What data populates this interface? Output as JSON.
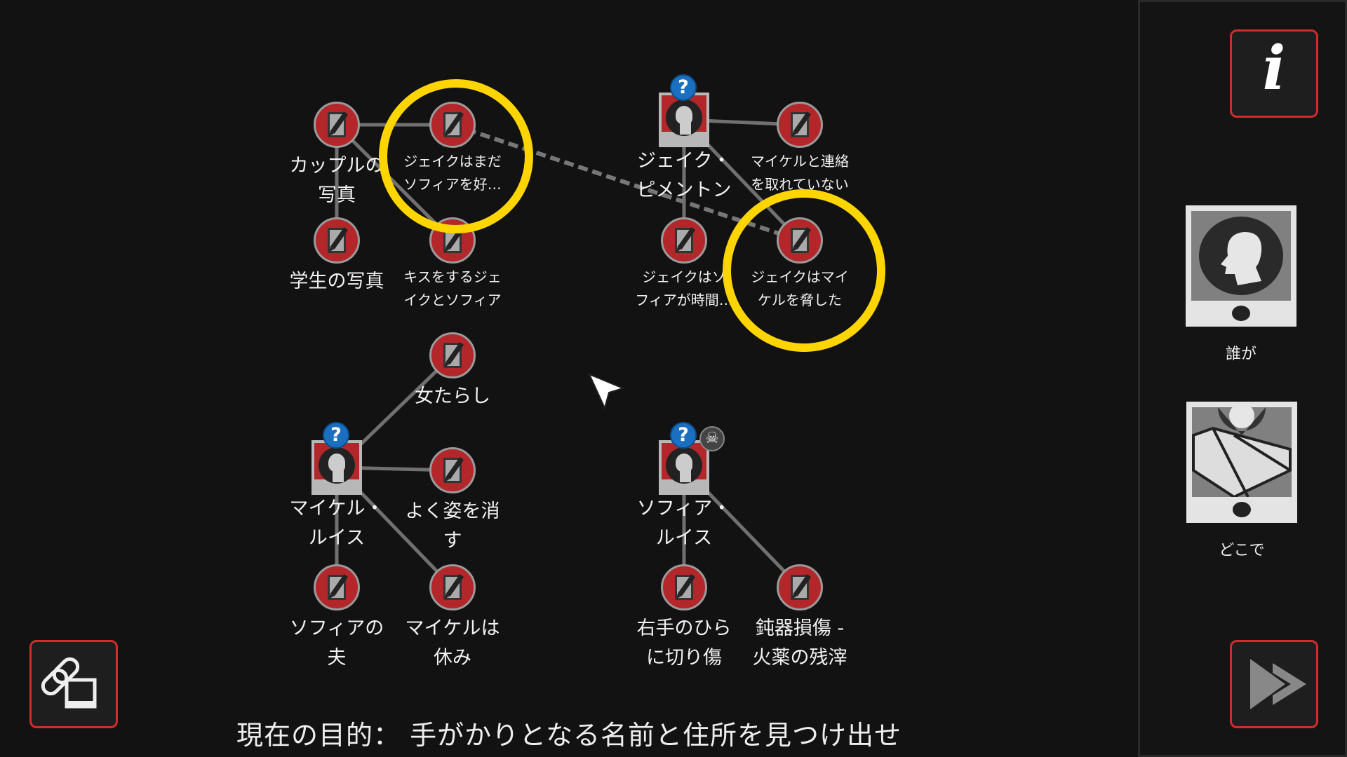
{
  "board": {
    "notes": [
      {
        "id": "couple",
        "label": "カップルの\n写真",
        "size": "big"
      },
      {
        "id": "still_likes",
        "label": "ジェイクはまだ\nソフィアを好…",
        "size": "small"
      },
      {
        "id": "student",
        "label": "学生の写真",
        "size": "big"
      },
      {
        "id": "kiss",
        "label": "キスをするジェ\nイクとソフィア",
        "size": "small"
      },
      {
        "id": "no_contact",
        "label": "マイケルと連絡\nを取れていない",
        "size": "small"
      },
      {
        "id": "time",
        "label": "ジェイクはソ\nフィアが時間…",
        "size": "small"
      },
      {
        "id": "threat",
        "label": "ジェイクはマイ\nケルを脅した",
        "size": "small"
      },
      {
        "id": "womanizer",
        "label": "女たらし",
        "size": "big"
      },
      {
        "id": "disappears",
        "label": "よく姿を消\nす",
        "size": "big"
      },
      {
        "id": "husband",
        "label": "ソフィアの\n夫",
        "size": "big"
      },
      {
        "id": "day_off",
        "label": "マイケルは\n休み",
        "size": "big"
      },
      {
        "id": "cut",
        "label": "右手のひら\nに切り傷",
        "size": "big"
      },
      {
        "id": "blunt",
        "label": "鈍器損傷 -\n火薬の残滓",
        "size": "big"
      }
    ],
    "people": [
      {
        "id": "jake",
        "label": "ジェイク・\nピメントン",
        "unknown": true,
        "dead": false
      },
      {
        "id": "michael",
        "label": "マイケル・\nルイス",
        "unknown": true,
        "dead": false
      },
      {
        "id": "sophia",
        "label": "ソフィア・\nルイス",
        "unknown": true,
        "dead": true
      }
    ],
    "links": [
      [
        "couple",
        "still_likes",
        "solid"
      ],
      [
        "couple",
        "student",
        "solid"
      ],
      [
        "couple",
        "kiss",
        "solid"
      ],
      [
        "still_likes",
        "threat",
        "dashed"
      ],
      [
        "jake",
        "no_contact",
        "solid"
      ],
      [
        "jake",
        "time",
        "solid"
      ],
      [
        "jake",
        "threat",
        "solid"
      ],
      [
        "womanizer",
        "michael",
        "solid"
      ],
      [
        "michael",
        "disappears",
        "solid"
      ],
      [
        "michael",
        "husband",
        "solid"
      ],
      [
        "michael",
        "day_off",
        "solid"
      ],
      [
        "sophia",
        "cut",
        "solid"
      ],
      [
        "sophia",
        "blunt",
        "solid"
      ]
    ],
    "highlighted": [
      "still_likes",
      "threat"
    ],
    "question_mark": "?",
    "skull": "☠"
  },
  "objective": "現在の目的： 手がかりとなる名前と住所を見つけ出せ",
  "panel": {
    "info_icon": "i",
    "who_label": "誰が",
    "where_label": "どこで"
  },
  "colors": {
    "accent_red": "#d22b2b",
    "highlight": "#ffd500",
    "node_red": "#b3272a",
    "badge_blue": "#1a6fc0"
  }
}
